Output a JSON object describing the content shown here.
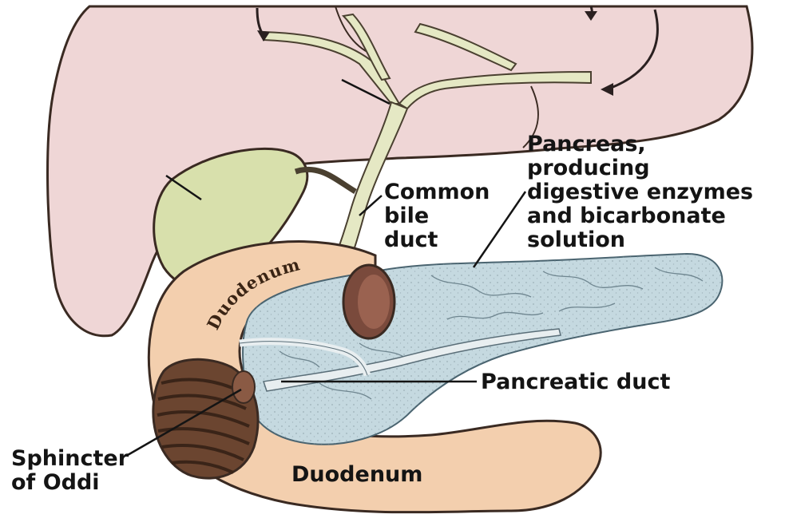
{
  "labels": {
    "pancreas": "Pancreas,\nproducing\ndigestive enzymes\nand bicarbonate\nsolution",
    "common_bile_duct": "Common\nbile\nduct",
    "duodenum_curved": "Duodenum",
    "pancreatic_duct": "Pancreatic duct",
    "sphincter_of_oddi": "Sphincter\nof Oddi",
    "duodenum_bottom": "Duodenum"
  },
  "colors": {
    "liver": "#efd6d6",
    "bile_duct": "#e5e8c4",
    "gallbladder": "#d8e0ac",
    "duodenum": "#f3cfae",
    "pancreas": "#c5d9e0",
    "outline": "#3a2a22"
  }
}
